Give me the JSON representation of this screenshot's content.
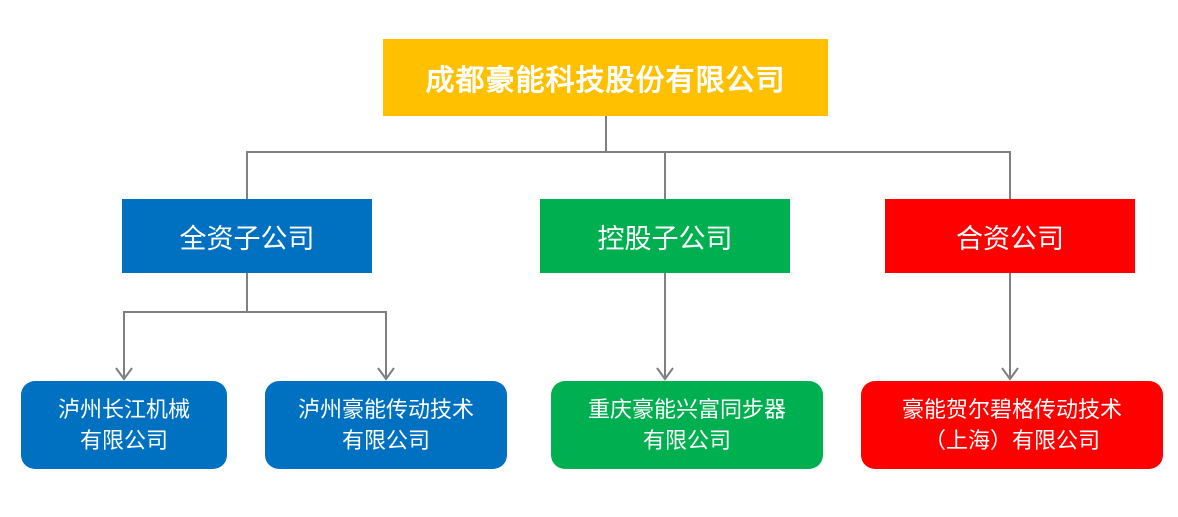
{
  "diagram": {
    "title": "成都豪能科技股份有限公司",
    "text_color": "#FFFFFF",
    "connector_color": "#7F7F7F",
    "root": {
      "label": "成都豪能科技股份有限公司",
      "color": "#FFC000"
    },
    "level2": [
      {
        "label": "全资子公司",
        "color": "#0070C0"
      },
      {
        "label": "控股子公司",
        "color": "#00B050"
      },
      {
        "label": "合资公司",
        "color": "#FF0000"
      }
    ],
    "level3": [
      {
        "line1": "泸州长江机械",
        "line2": "有限公司",
        "color": "#0070C0",
        "parent": "全资子公司"
      },
      {
        "line1": "泸州豪能传动技术",
        "line2": "有限公司",
        "color": "#0070C0",
        "parent": "全资子公司"
      },
      {
        "line1": "重庆豪能兴富同步器",
        "line2": "有限公司",
        "color": "#00B050",
        "parent": "控股子公司"
      },
      {
        "line1": "豪能贺尔碧格传动技术",
        "line2": "（上海）有限公司",
        "color": "#FF0000",
        "parent": "合资公司"
      }
    ]
  }
}
